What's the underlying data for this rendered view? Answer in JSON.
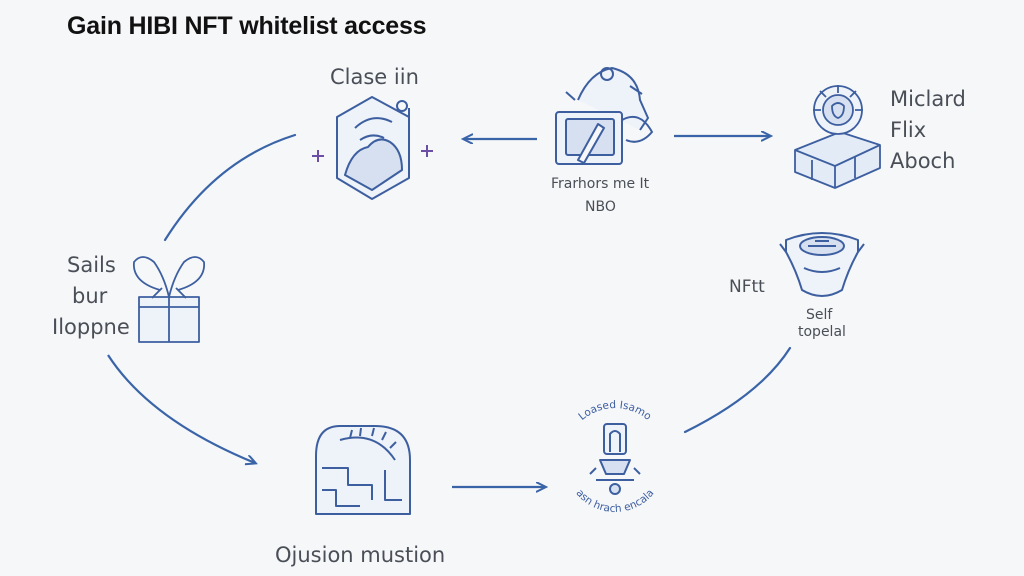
{
  "title": "Gain HIBI NFT whitelist access",
  "colors": {
    "background": "#f6f7f9",
    "title": "#111111",
    "arrow": "#3a64a8",
    "icon_stroke": "#3d5fa0",
    "icon_fill": "#e3ebf6",
    "accent": "#6b4fa6",
    "label": "#4a4f57"
  },
  "nodes": {
    "claim": {
      "label": "Clase iin",
      "icon": "frame-shield-icon"
    },
    "profile": {
      "label_line1": "Frarhors me It",
      "label_line2": "NBO",
      "icon": "certificate-card-icon"
    },
    "mint": {
      "label_lines": [
        "Miclard",
        "Flix",
        "Aboch"
      ],
      "icon": "badge-box-icon"
    },
    "nft": {
      "label": "NFtt",
      "sublabel_line1": "Self",
      "sublabel_line2": "topelal",
      "icon": "mask-badge-icon"
    },
    "sales": {
      "label_lines": [
        "Sails",
        "bur",
        "Iloppne"
      ],
      "icon": "gift-box-icon"
    },
    "question": {
      "label": "Ojusion mustion",
      "icon": "maze-frame-icon"
    },
    "seal": {
      "ring_top": "Loased Isamo",
      "ring_bottom": "asn hrach encala",
      "icon": "stamp-seal-icon"
    }
  }
}
